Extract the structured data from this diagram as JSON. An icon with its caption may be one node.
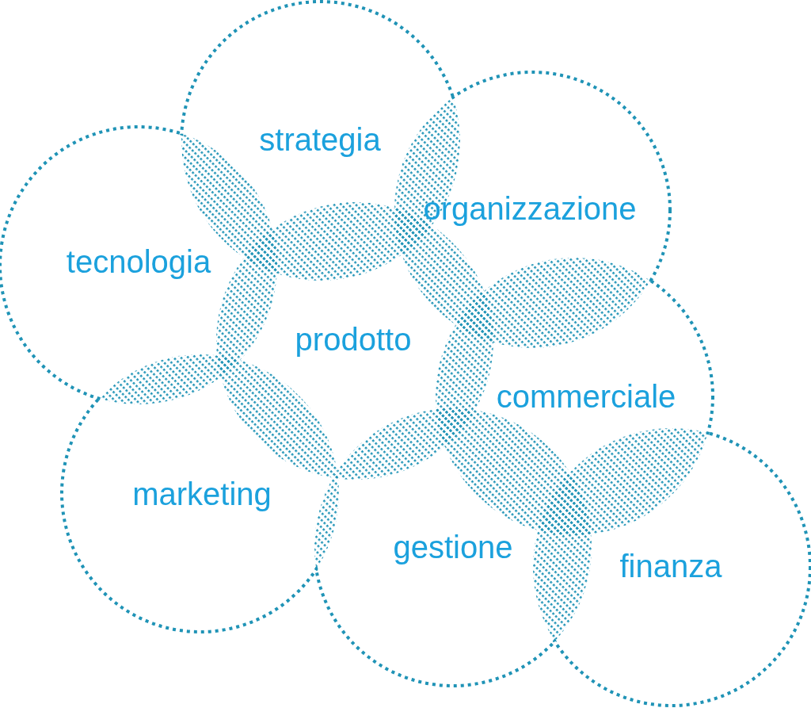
{
  "diagram": {
    "nodes": [
      {
        "text": [
          "strategia"
        ]
      },
      {
        "text": [
          "organizzazione"
        ]
      },
      {
        "text": [
          "tecnologia"
        ]
      },
      {
        "text": [
          "prodotto"
        ]
      },
      {
        "text": [
          "commerciale"
        ]
      },
      {
        "text": [
          "marketing"
        ]
      },
      {
        "text": [
          "gestione"
        ]
      },
      {
        "text": [
          "finanza"
        ]
      }
    ]
  }
}
